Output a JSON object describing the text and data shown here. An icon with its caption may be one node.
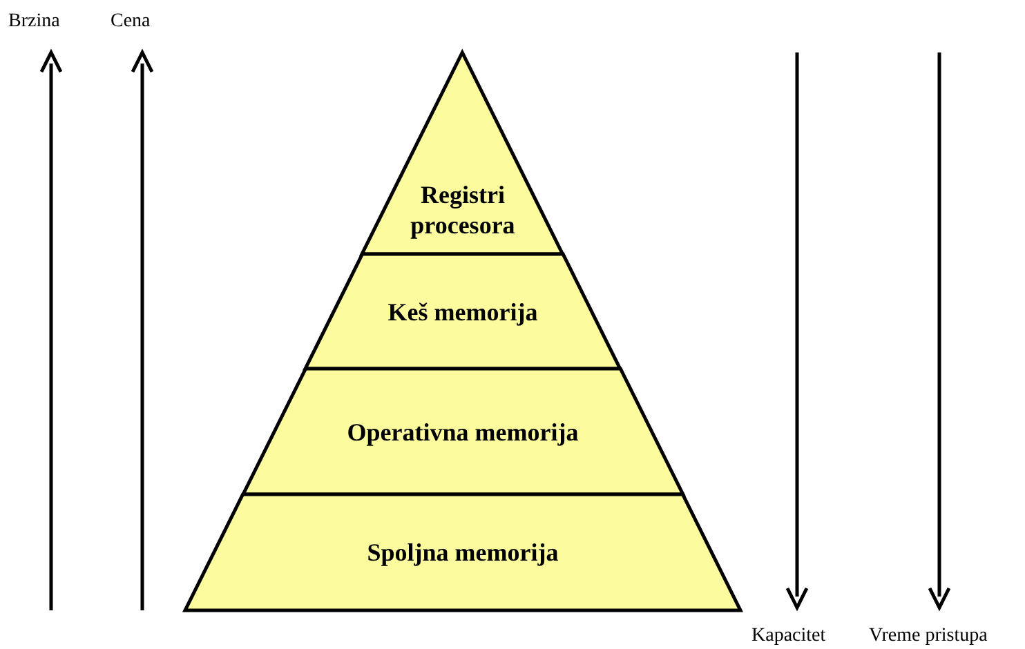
{
  "diagram": {
    "nodes": [
      {
        "text": [
          "Registri procesora"
        ]
      },
      {
        "text": [
          "Keš memorija"
        ]
      },
      {
        "text": [
          "Operativna memorija"
        ]
      },
      {
        "text": [
          "Spoljna memorija"
        ]
      }
    ],
    "labels": [
      "Brzina",
      "Cena",
      "Kapacitet",
      "Vreme pristupa"
    ]
  }
}
